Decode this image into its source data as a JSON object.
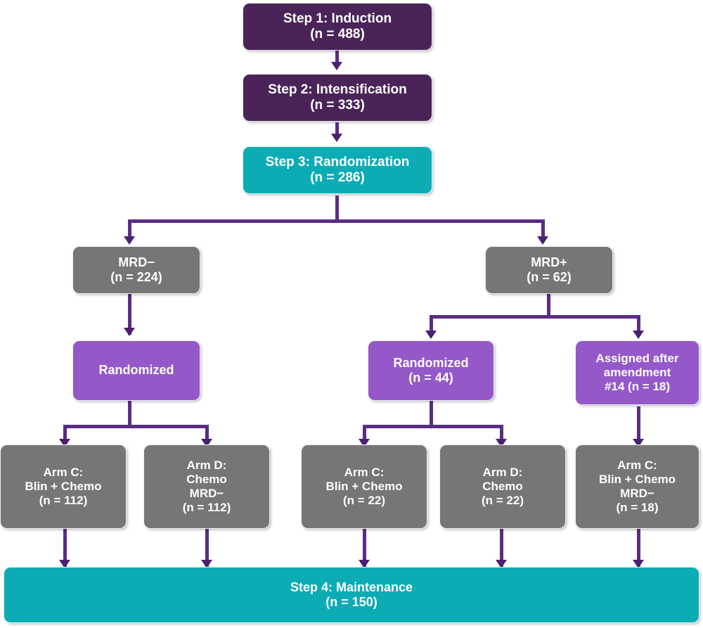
{
  "diagram": {
    "title": "Clinical trial CONSORT-style flow diagram",
    "colors": {
      "dark_purple": "#4a2458",
      "teal": "#0bacb4",
      "gray": "#767676",
      "medium_purple": "#9458c8",
      "connector_purple": "#5a2d82"
    },
    "nodes": {
      "step1": {
        "line1": "Step 1: Induction",
        "line2": "(n = 488)"
      },
      "step2": {
        "line1": "Step 2: Intensification",
        "line2": "(n = 333)"
      },
      "step3": {
        "line1": "Step 3: Randomization",
        "line2": "(n = 286)"
      },
      "mrd_neg": {
        "line1": "MRD−",
        "line2": "(n = 224)"
      },
      "mrd_pos": {
        "line1": "MRD+",
        "line2": "(n = 62)"
      },
      "rand_left": {
        "line1": "Randomized"
      },
      "rand_mid": {
        "line1": "Randomized",
        "line2": "(n = 44)"
      },
      "assigned": {
        "line1": "Assigned after",
        "line2": "amendment",
        "line3": "#14 (n = 18)"
      },
      "armC_112": {
        "line1": "Arm C:",
        "line2": "Blin + Chemo",
        "line3": "(n = 112)"
      },
      "armD_112": {
        "line1": "Arm D:",
        "line2": "Chemo",
        "line3": "MRD−",
        "line4": "(n = 112)"
      },
      "armC_22": {
        "line1": "Arm C:",
        "line2": "Blin + Chemo",
        "line3": "(n = 22)"
      },
      "armD_22": {
        "line1": "Arm D:",
        "line2": "Chemo",
        "line3": "(n = 22)"
      },
      "armC_18": {
        "line1": "Arm C:",
        "line2": "Blin + Chemo",
        "line3": "MRD−",
        "line4": "(n = 18)"
      },
      "step4": {
        "line1": "Step 4: Maintenance",
        "line2": "(n = 150)"
      }
    }
  }
}
